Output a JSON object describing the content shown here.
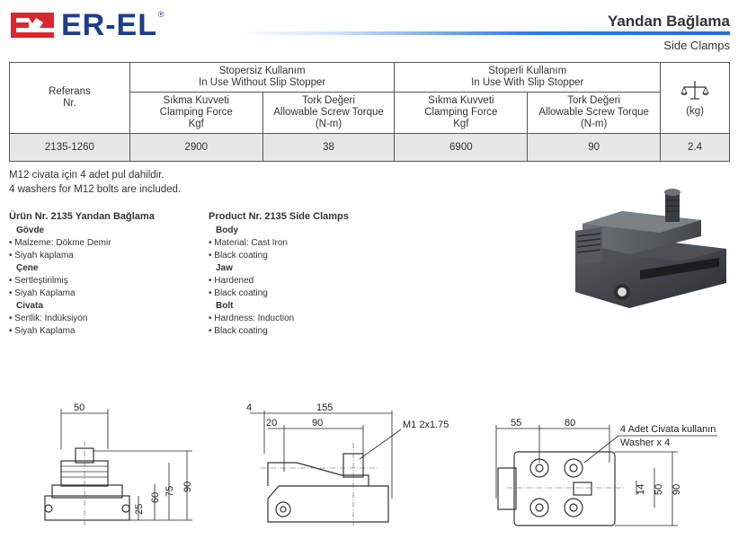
{
  "header": {
    "brand": "ER-EL",
    "registered_mark": "®",
    "title_tr": "Yandan Bağlama",
    "title_en": "Side Clamps"
  },
  "colors": {
    "brand_red": "#d7282f",
    "brand_blue": "#1d3d8f",
    "accent_blue": "#1f6fd8",
    "row_gray": "#e6e6e6"
  },
  "table": {
    "ref_header": [
      "Referans",
      "Nr."
    ],
    "without_stopper": [
      "Stopersiz Kullanım",
      "In Use Without Slip Stopper"
    ],
    "with_stopper": [
      "Stoperli Kullanım",
      "In Use With Slip Stopper"
    ],
    "clamping_force": [
      "Sıkma Kuvveti",
      "Clamping Force",
      "Kgf"
    ],
    "screw_torque": [
      "Tork Değeri",
      "Allowable Screw Torque",
      "(N-m)"
    ],
    "weight_unit": "(kg)",
    "weight_icon": "balance-scale-icon",
    "rows": [
      {
        "ref": "2135-1260",
        "force_without": "2900",
        "torque_without": "38",
        "force_with": "6900",
        "torque_with": "90",
        "weight": "2.4"
      }
    ]
  },
  "notes": {
    "tr": "M12 civata için 4 adet pul dahildir.",
    "en": "4 washers for M12 bolts are included."
  },
  "product_tr": {
    "heading": "Ürün Nr. 2135 Yandan Bağlama",
    "groups": [
      {
        "name": "Gövde",
        "items": [
          "Malzeme: Dökme Demir",
          "Siyah kaplama"
        ]
      },
      {
        "name": "Çene",
        "items": [
          "Sertleştirilmiş",
          "Siyah Kaplama"
        ]
      },
      {
        "name": "Civata",
        "items": [
          "Sertlik: İndüksiyon",
          "Siyah Kaplama"
        ]
      }
    ]
  },
  "product_en": {
    "heading": "Product Nr. 2135 Side Clamps",
    "groups": [
      {
        "name": "Body",
        "items": [
          "Material: Cast Iron",
          "Black coating"
        ]
      },
      {
        "name": "Jaw",
        "items": [
          "Hardened",
          "Black coating"
        ]
      },
      {
        "name": "Bolt",
        "items": [
          "Hardness: Induction",
          "Black coating"
        ]
      }
    ]
  },
  "drawings": {
    "front": {
      "width": "50",
      "h_total": "90",
      "h_mid": "75",
      "h_jaw": "60",
      "h_base": "25"
    },
    "side": {
      "d1": "4",
      "d2": "155",
      "d3": "20",
      "d4": "90",
      "thread": "M1 2x1.75"
    },
    "top": {
      "d1": "55",
      "d2": "80",
      "callout_tr": "4 Adet Civata kullanın",
      "callout_en": "Washer x 4",
      "h1": "14",
      "h2": "50",
      "h3": "90"
    }
  }
}
